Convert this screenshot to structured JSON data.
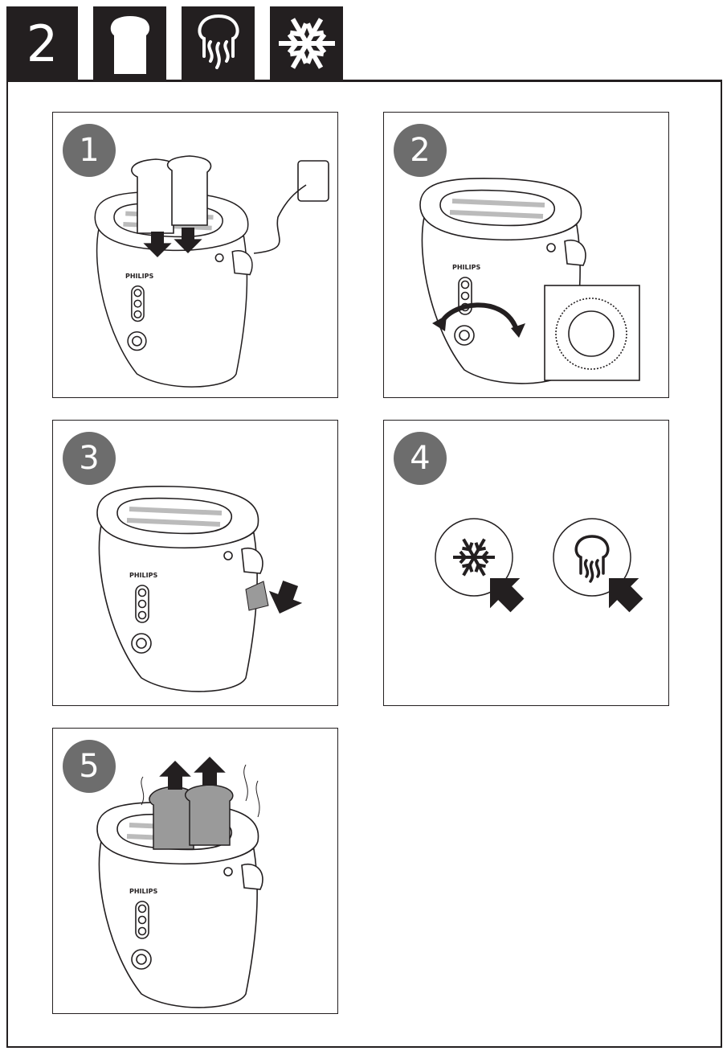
{
  "header": {
    "section_number": "2",
    "icons": [
      "bread-icon",
      "reheat-steam-icon",
      "defrost-snowflake-icon"
    ]
  },
  "brand": "PHILIPS",
  "steps": [
    {
      "number": "1",
      "illustration": "insert-bread-plugged-toaster"
    },
    {
      "number": "2",
      "illustration": "turn-browning-dial"
    },
    {
      "number": "3",
      "illustration": "press-lever-down"
    },
    {
      "number": "4",
      "illustration": "press-defrost-or-reheat-button"
    },
    {
      "number": "5",
      "illustration": "toast-pops-up"
    }
  ],
  "colors": {
    "ink": "#231f20",
    "step_badge": "#6d6d6d",
    "toast": "#9a9a9a"
  }
}
